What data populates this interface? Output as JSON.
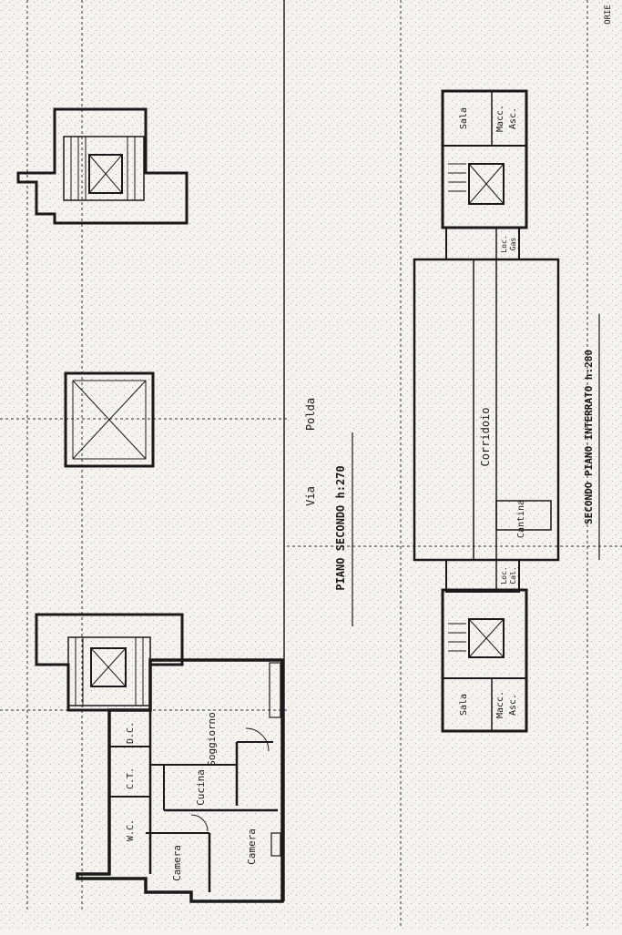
{
  "street_label": "Via",
  "street_name": "Polda",
  "floor_left": "PIANO SECONDO h:270",
  "floor_right": "SECONDO PIANO INTERRATO h:280",
  "corner_text": "ORIE",
  "rooms_left": {
    "soggiorno": "Soggiorno",
    "cucina": "Cucina",
    "camera": "Camera",
    "camera2": "Camera",
    "wc": "W.C.",
    "ct": "C.T.",
    "dc": "D.C."
  },
  "rooms_right": {
    "corridoio": "Corridoio",
    "cantina": "Cantina",
    "sala_macc_top": [
      "Sala",
      "Macc.",
      "Asc."
    ],
    "sala_macc_bottom": [
      "Sala",
      "Macc.",
      "Asc."
    ],
    "locale_top": [
      "Loc.",
      "Gas"
    ],
    "locale_bottom": [
      "Loc.",
      "Cal."
    ]
  },
  "colors": {
    "ink": "#1a1a1a",
    "paper": "#f4f3ef",
    "hatch": "#555555"
  }
}
